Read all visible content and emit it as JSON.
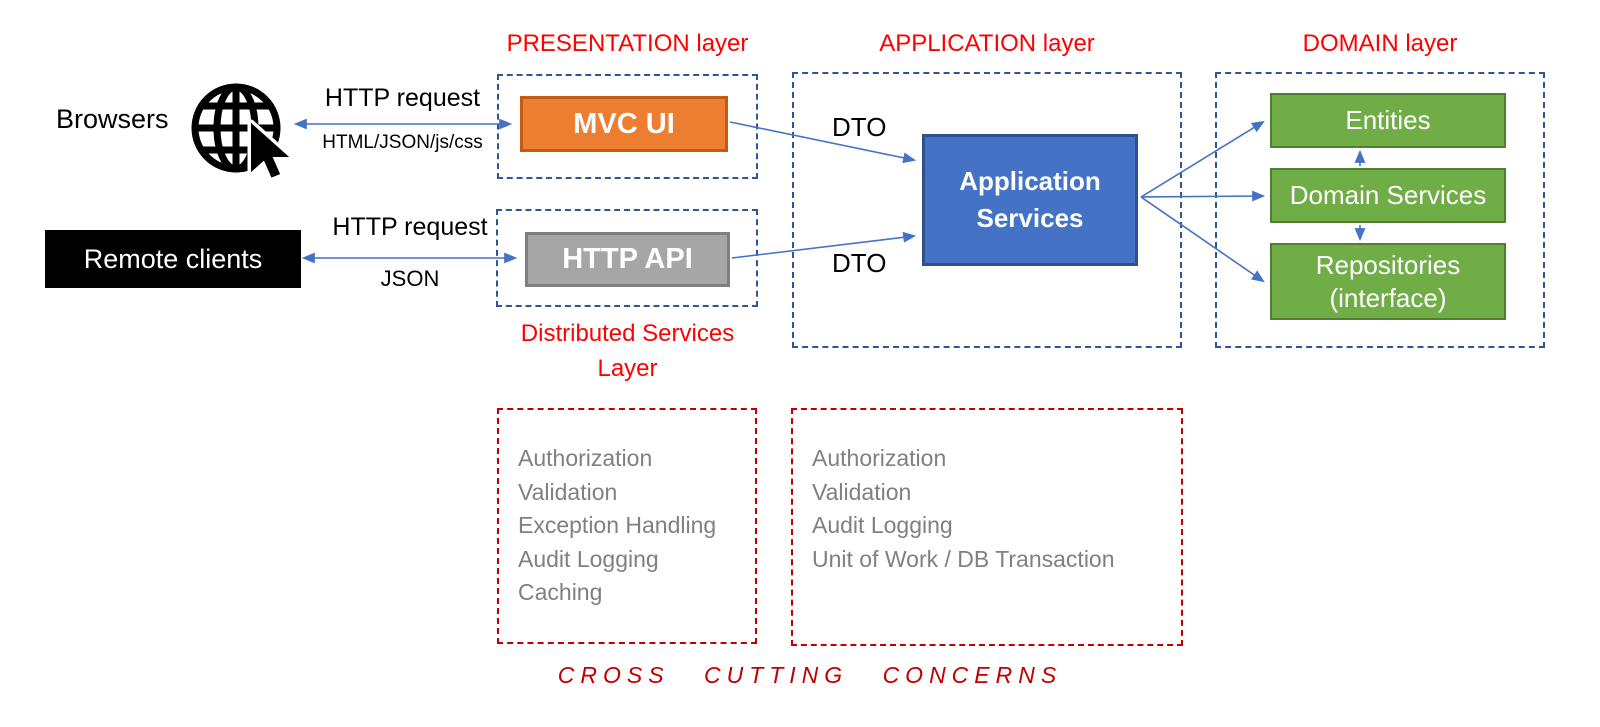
{
  "layers": {
    "presentation": {
      "title": "PRESENTATION layer"
    },
    "application": {
      "title": "APPLICATION layer"
    },
    "domain": {
      "title": "DOMAIN layer"
    },
    "distributed": {
      "title_line1": "Distributed Services",
      "title_line2": "Layer"
    },
    "cross_cutting": {
      "caption": "CROSS CUTTING CONCERNS"
    }
  },
  "nodes": {
    "browsers": {
      "label": "Browsers"
    },
    "remote_clients": {
      "label": "Remote clients"
    },
    "mvc_ui": {
      "label": "MVC UI"
    },
    "http_api": {
      "label": "HTTP API"
    },
    "application_services": {
      "label_line1": "Application",
      "label_line2": "Services"
    },
    "entities": {
      "label": "Entities"
    },
    "domain_services": {
      "label": "Domain Services"
    },
    "repositories": {
      "label_line1": "Repositories",
      "label_line2": "(interface)"
    }
  },
  "edges": {
    "browser_http": {
      "label": "HTTP request",
      "sublabel": "HTML/JSON/js/css"
    },
    "client_http": {
      "label": "HTTP request",
      "sublabel": "JSON"
    },
    "dto_top": {
      "label": "DTO"
    },
    "dto_bottom": {
      "label": "DTO"
    }
  },
  "concerns": {
    "distributed": {
      "items": [
        "Authorization",
        "Validation",
        "Exception Handling",
        "Audit Logging",
        "Caching"
      ]
    },
    "application": {
      "items": [
        "Authorization",
        "Validation",
        "Audit Logging",
        "Unit of Work / DB Transaction"
      ]
    }
  },
  "icons": {
    "browsers": "globe-with-cursor-icon"
  },
  "colors": {
    "orange_fill": "#ED7D31",
    "orange_border": "#C55A11",
    "blue_fill": "#4472C4",
    "blue_border": "#2F528F",
    "gray_fill": "#A6A6A6",
    "gray_border": "#7F7F7F",
    "green_fill": "#70AD47",
    "green_border": "#507E32",
    "title_red": "#FF0000",
    "dashed_red": "#C00000",
    "dashed_blue": "#2F5597",
    "arrow_blue": "#4472C4",
    "concern_gray": "#808080",
    "client_black": "#000000"
  }
}
